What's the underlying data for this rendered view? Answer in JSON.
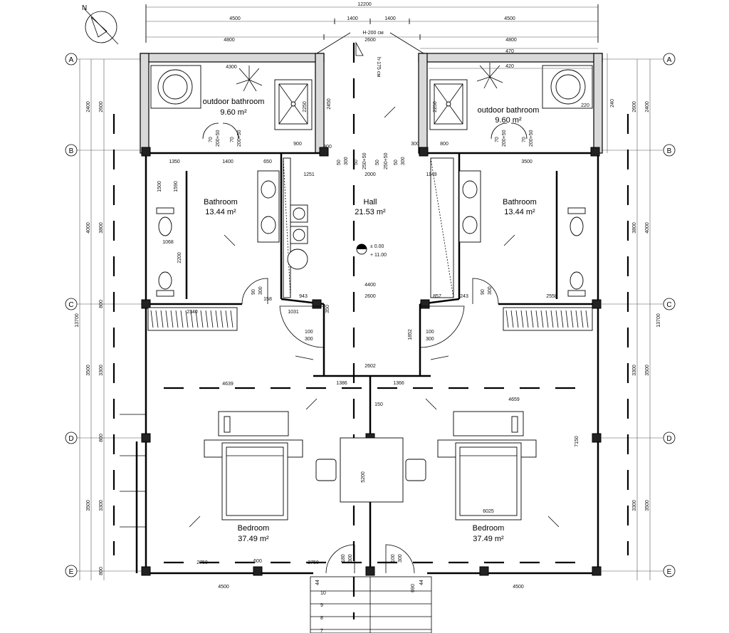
{
  "axes": [
    "A",
    "B",
    "C",
    "D",
    "E"
  ],
  "rooms": {
    "outdoor_bath_left": {
      "name": "outdoor bathroom",
      "area": "9.60 m²"
    },
    "outdoor_bath_right": {
      "name": "outdoor bathroom",
      "area": "9.60 m²"
    },
    "bathroom_left": {
      "name": "Bathroom",
      "area": "13.44 m²"
    },
    "bathroom_right": {
      "name": "Bathroom",
      "area": "13.44 m²"
    },
    "hall": {
      "name": "Hall",
      "area": "21.53 m²"
    },
    "bedroom_left": {
      "name": "Bedroom",
      "area": "37.49 m²"
    },
    "bedroom_right": {
      "name": "Bedroom",
      "area": "37.49 m²"
    }
  },
  "levels": {
    "zero": "± 0.00",
    "top": "+ 11.00"
  },
  "height_note": "H-200 см",
  "height_note_small": "h-175 см",
  "dims": {
    "top_total": "12200",
    "top_a": "4500",
    "top_b": "1400",
    "top_c": "1400",
    "top_d": "4500",
    "top_e": "4800",
    "top_f": "2600",
    "top_g": "4800",
    "r_470": "470",
    "r_420": "420",
    "r_240": "240",
    "r_220": "220",
    "l_4300": "4300",
    "l_2250a": "2250",
    "l_2450": "2450",
    "l_2250b": "2250",
    "l_900": "900",
    "l_300a": "300",
    "l_300b": "300",
    "l_800": "800",
    "l_1350": "1350",
    "l_1400": "1400",
    "l_650": "650",
    "l_1251": "1251",
    "l_2000": "2000",
    "l_1149": "1149",
    "l_3500": "3500",
    "l_1500": "1500",
    "l_1590": "1590",
    "l_1068": "1068",
    "l_2200": "2200",
    "l_4400": "4400",
    "l_943": "943",
    "l_2600b": "2600",
    "l_857": "857",
    "l_158": "158",
    "l_243": "243",
    "l_2340": "2340",
    "l_2558": "2558",
    "l_1031": "1031",
    "l_1852": "1852",
    "l_350": "350",
    "l_2602": "2602",
    "l_1386": "1386",
    "l_1366": "1366",
    "l_4639": "4639",
    "l_4659": "4659",
    "l_150": "150",
    "l_6025": "6025",
    "l_7150": "7150",
    "l_5200": "5200",
    "l_2750a": "2750",
    "l_600": "600",
    "l_2750b": "2750",
    "l_4500a": "4500",
    "l_4500b": "4500",
    "l_690": "690",
    "l_44a": "44",
    "l_44b": "44",
    "s_2400": "2400",
    "s_2600": "2600",
    "s_4000": "4000",
    "s_3800": "3800",
    "s_13700": "13700",
    "s_3500a": "3500",
    "s_3300a": "3300",
    "s_3500b": "3500",
    "s_3300b": "3300",
    "s_800a": "800",
    "s_800b": "800",
    "s_800c": "800"
  },
  "doors": {
    "d70": "70",
    "d200_50": "200+50",
    "d250_50": "250+50",
    "d50": "50",
    "d300": "300",
    "d90": "90",
    "d100": "100",
    "d180": "180"
  },
  "stairs": [
    "10",
    "9",
    "8",
    "7"
  ]
}
